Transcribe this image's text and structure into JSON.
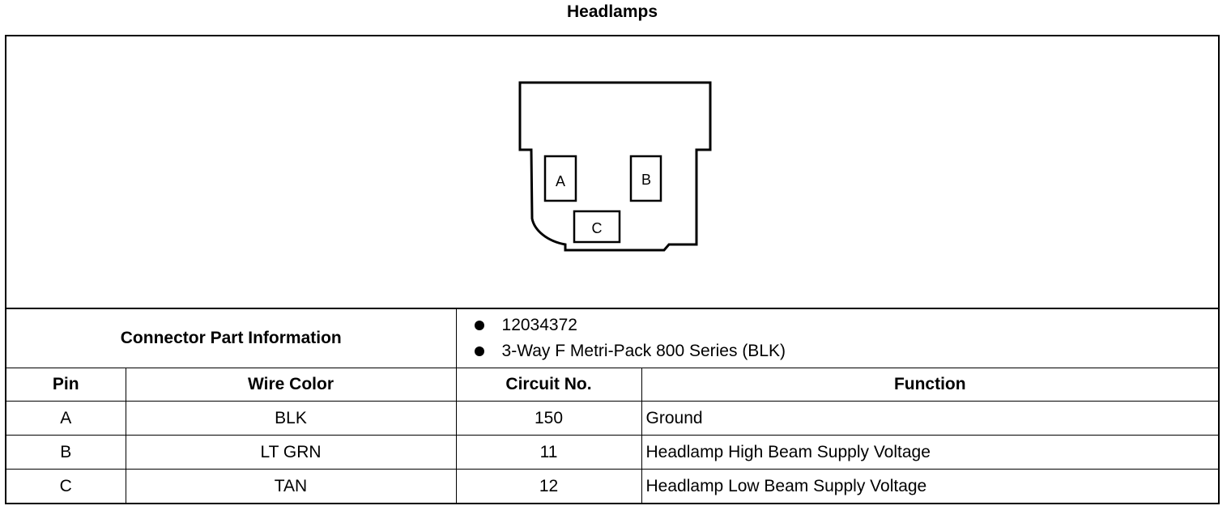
{
  "title": "Headlamps",
  "connector": {
    "pins": [
      "A",
      "B",
      "C"
    ]
  },
  "part_info": {
    "label": "Connector Part Information",
    "items": [
      "12034372",
      "3-Way F Metri-Pack 800 Series (BLK)"
    ]
  },
  "table": {
    "headers": [
      "Pin",
      "Wire Color",
      "Circuit No.",
      "Function"
    ],
    "rows": [
      {
        "pin": "A",
        "wire_color": "BLK",
        "circuit": "150",
        "function": "Ground"
      },
      {
        "pin": "B",
        "wire_color": "LT GRN",
        "circuit": "11",
        "function": "Headlamp High Beam Supply Voltage"
      },
      {
        "pin": "C",
        "wire_color": "TAN",
        "circuit": "12",
        "function": "Headlamp Low Beam Supply Voltage"
      }
    ]
  }
}
